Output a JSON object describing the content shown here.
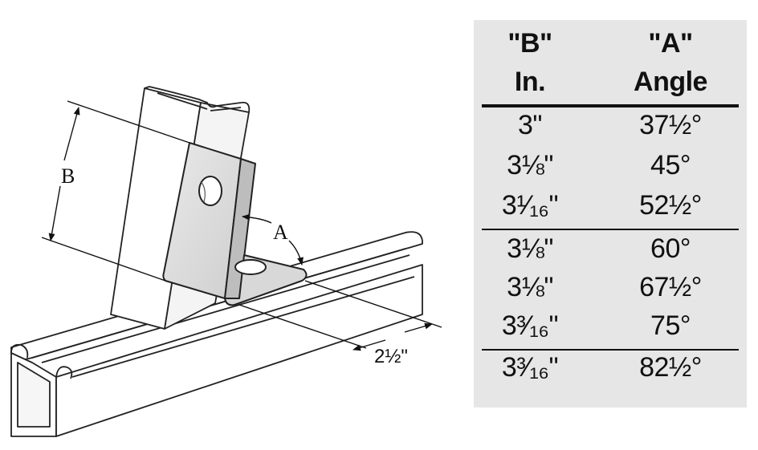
{
  "diagram": {
    "label_b": "B",
    "label_a": "A",
    "label_width": "2½\""
  },
  "table": {
    "header_b_line1": "\"B\"",
    "header_b_line2": "In.",
    "header_a_line1": "\"A\"",
    "header_a_line2": "Angle",
    "rows": [
      {
        "b": "3\"",
        "a": "37½°"
      },
      {
        "b": "3⅛\"",
        "a": "45°"
      },
      {
        "b": "3¹⁄₁₆\"",
        "a": "52½°"
      },
      {
        "b": "3⅛\"",
        "a": "60°"
      },
      {
        "b": "3⅛\"",
        "a": "67½°"
      },
      {
        "b": "3³⁄₁₆\"",
        "a": "75°"
      },
      {
        "b": "3³⁄₁₆\"",
        "a": "82½°"
      }
    ]
  }
}
